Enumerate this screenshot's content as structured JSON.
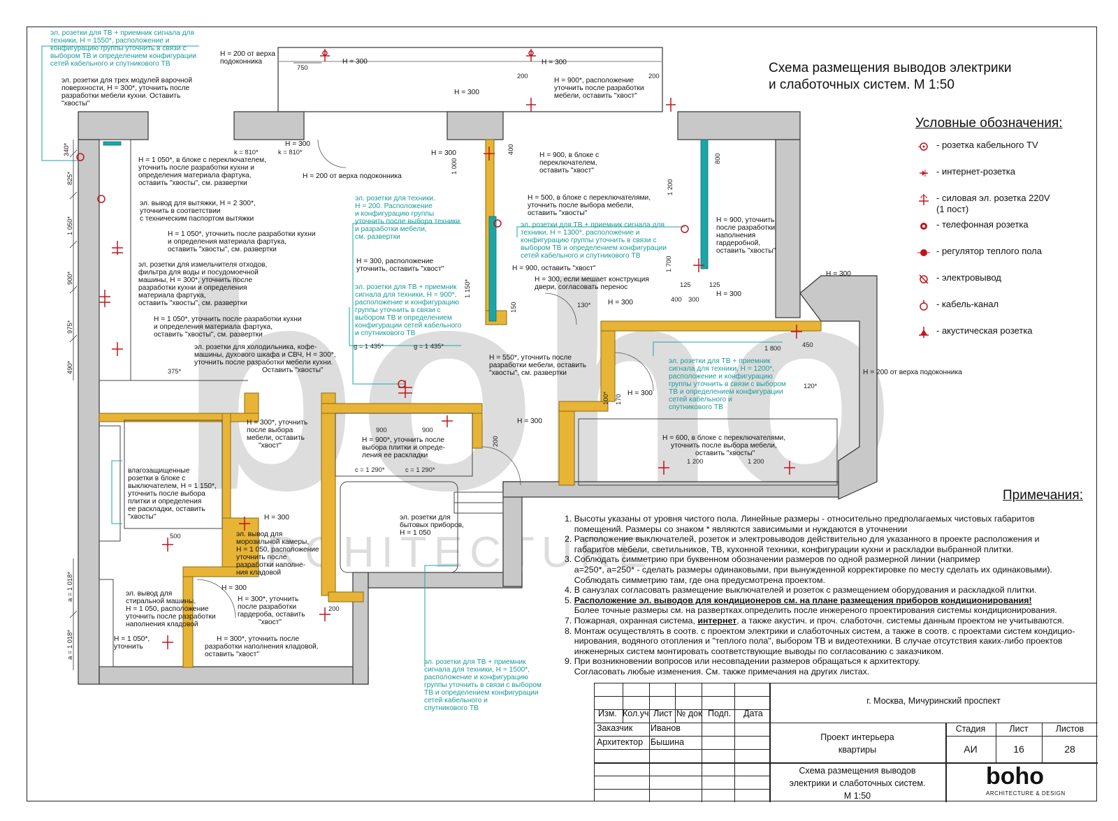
{
  "title": {
    "line1": "Схема размещения выводов электрики",
    "line2": "и слаботочных систем. М 1:50"
  },
  "legend": {
    "title": "Условные обозначения:",
    "items": [
      {
        "icon": "cable-tv-outlet-icon",
        "label": "- розетка кабельного TV"
      },
      {
        "icon": "internet-outlet-icon",
        "label": "- интернет-розетка"
      },
      {
        "icon": "power-outlet-icon",
        "label": "- силовая эл. розетка 220V",
        "label2": "(1 пост)"
      },
      {
        "icon": "phone-outlet-icon",
        "label": "- телефонная розетка"
      },
      {
        "icon": "floor-heating-regulator-icon",
        "label": "- регулятор теплого пола"
      },
      {
        "icon": "electrical-output-icon",
        "label": "- электровывод"
      },
      {
        "icon": "cable-channel-icon",
        "label": "- кабель-канал"
      },
      {
        "icon": "acoustic-outlet-icon",
        "label": "- акустическая розетка"
      }
    ]
  },
  "notes": {
    "title": "Примечания:",
    "lines": [
      "1. Высоты указаны от уровня чистого пола. Линейные размеры - относительно предполагаемых чистовых габаритов",
      "    помещений. Размеры со знаком * являются зависимыми и нуждаются в уточнении",
      "2. Расположение выключателей, розеток и электровыводов действительно для указанного в проекте расположения и",
      "    габаритов мебели, светильников, ТВ, кухонной техники, конфигурации кухни и раскладки выбранной плитки.",
      "3. Соблюдать симметрию при буквенном обозначении размеров по одной размерной линии (например",
      "    а=250*, а=250* - сделать размеры одинаковыми, при вынужденной корректировке по месту сделать их одинаковыми).",
      "    Соблюдать симметрию там, где она предусмотрена проектом.",
      "4. В санузлах согласовать размещение выключателей и розеток с размещением оборудования и раскладкой плитки."
    ],
    "line5_num": "5. ",
    "line5_bold": "Расположение эл. выводов для кондиционеров см. на плане размещения приборов кондиционирования!",
    "line5b": "    Более точные размеры см. на развертках.определить после инжереного проектирования системы кондиционирования.",
    "line7_a": "7. Пожарная, охранная система, ",
    "line7_bold": "интернет",
    "line7_b": ", а также акустич. и проч. слаботочн. системы данным проектом не учитываются.",
    "lines2": [
      "8. Монтаж осуществлять в соотв. с проектом электрики и слаботочных систем, а также в соотв. с проектами систем кондицио-",
      "    нирования, водяного отопления и \"теплого пола\", выбором ТВ и видеотехники. В случае отсутствия каких-либо проектов",
      "    инженерных систем монтировать соответствующие выводы по согласованию с заказчиком.",
      "9. При возникновении вопросов или несовпадении размеров обращаться к архитектору.",
      "    Согласовать любые изменения. См. также примечания на других листах."
    ]
  },
  "stamp": {
    "headers": [
      "Изм.",
      "Кол.уч",
      "Лист",
      "№ док",
      "Подп.",
      "Дата"
    ],
    "customer_label": "Заказчик",
    "customer": "Иванов",
    "architect_label": "Архитектор",
    "architect": "Бышина",
    "city": "г. Москва, Мичуринский проспект",
    "project_l1": "Проект интерьера",
    "project_l2": "квартиры",
    "stage_label": "Стадия",
    "sheet_label": "Лист",
    "sheets_label": "Листов",
    "stage": "АИ",
    "sheet": "16",
    "sheets": "28",
    "sheet_title_l1": "Схема размещения выводов",
    "sheet_title_l2": "электрики и слаботочных систем.",
    "sheet_title_l3": "М 1:50",
    "logo": "boho",
    "logo_sub": "ARCHITECTURE & DESIGN"
  },
  "watermark": {
    "word": "boho",
    "sub": "ARCHITECTURE"
  },
  "annotations": {
    "a1": [
      "эл. розетки для ТВ + приемник сигнала для",
      "техники, H = 1550*, расположение и",
      "конфигурацию группы уточнить в связи с",
      "выбором ТВ и определением конфигурации",
      "сетей кабельного и спутникового ТВ"
    ],
    "a2": [
      "эл. розетки для трех модулей варочной",
      "поверхности, H = 300*, уточнить после",
      "разработки мебели кухни. Оставить",
      "\"хвосты\""
    ],
    "a3": [
      "H = 200 от верха",
      "подоконника"
    ],
    "a4": [
      "H = 1 050*, в блоке с переключателем,",
      "уточнить после разработки кухни и",
      "определения материала фартука,",
      "оставить \"хвосты\", см. развертки"
    ],
    "a5": [
      "эл. вывод для вытяжки, H = 2 300*,",
      "уточнить в соответствии",
      "с техническим паспортом вытяжки"
    ],
    "a6": [
      "H = 1 050*, уточнить после разработки кухни",
      "и определения материала фартука,",
      "оставить \"хвосты\", см. развертки"
    ],
    "a7": [
      "эл. розетки для измельчителя отходов,",
      "фильтра для воды и посудомоечной",
      "машины, H = 300*, уточнить после",
      "разработки кухни и определения",
      "материала фартука,",
      "оставить \"хвосты\", см. развертки"
    ],
    "a8": [
      "H = 1 050*, уточнить после разработки кухни",
      "и определения материала фартука,",
      "оставить \"хвосты\", см. развертки"
    ],
    "a9": [
      "эл. розетки для холодильника, кофе-",
      "машины, духового шкафа и СВЧ, H = 300*,",
      "уточнить после разработки мебели кухни.",
      "Оставить \"хвосты\""
    ],
    "a10": [
      "эл. розетки для техники.",
      "H = 200. Расположение",
      "и конфигурацию группы",
      "уточнить после выбора техники",
      "и разработки мебели,",
      "см. развертки"
    ],
    "a11": [
      "H = 300, расположение",
      "уточнить, оставить \"хвост\""
    ],
    "a12": [
      "эл. розетки для ТВ + приемник",
      "сигнала для техники, H = 900*,",
      "расположение и конфигурацию",
      "группы уточнить в связи с",
      "выбором ТВ и определением",
      "конфигурации сетей кабельного",
      "и спутникового ТВ"
    ],
    "a13": [
      "H = 550*, уточнить после",
      "разработки мебели, оставить",
      "\"хвосты\", см. развертки"
    ],
    "a14": [
      "H = 900*, расположение",
      "уточнить после разработки",
      "мебели, оставить \"хвост\""
    ],
    "a15": [
      "H = 900, в блоке с",
      "переключателем,",
      "оставить \"хвост\""
    ],
    "a16": [
      "H = 500, в блоке с переключателями,",
      "уточнить после выбора мебели,",
      "оставить \"хвосты\""
    ],
    "a17": [
      "эл. розетки для ТВ + приемник сигнала для",
      "техники, H = 1300*, расположение и",
      "конфигурацию группы уточнить в связи с",
      "выбором ТВ и определением конфигурации",
      "сетей кабельного и спутникового ТВ"
    ],
    "a18": [
      "H = 900, уточнить",
      "после разработки",
      "наполнения",
      "гардеробной,",
      "оставить \"хвосты\""
    ],
    "a19": [
      "H = 300, если мешает конструкция",
      "двери, согласовать перенос"
    ],
    "a20": [
      "эл. розетки для ТВ + приемник",
      "сигнала для техники, H = 1200*,",
      "расположение и конфигурацию",
      "группы уточнить в связи с выбором",
      "ТВ и определением конфигурации",
      "сетей кабельного и",
      "спутникового ТВ"
    ],
    "a21": [
      "H = 600, в блоке с переключателями,",
      "уточнить после выбора мебели,",
      "оставить \"хвосты\""
    ],
    "a22": [
      "H = 300*, уточнить",
      "после выбора",
      "мебели, оставить",
      "\"хвост\""
    ],
    "a23": [
      "H = 900*, уточнить после",
      "выбора плитки и опреде-",
      "ления ее раскладки"
    ],
    "a24": [
      "влагозащищенные",
      "розетки в блоке с",
      "выключателем, H = 1 150*,",
      "уточнить после выбора",
      "плитки и определения",
      "ее раскладки, оставить",
      "\"хвосты\""
    ],
    "a25": [
      "эл. вывод для",
      "морозильной камеры,",
      "H = 1 050, расположение",
      "уточнить после",
      "разработки наполне-",
      "ния кладовой"
    ],
    "a26": [
      "эл. розетки для",
      "бытовых приборов,",
      "H = 1 050"
    ],
    "a27": [
      "эл. вывод для",
      "стиральной машины,",
      "H = 1 050, расположение",
      "уточнить после разработки",
      "наполнения кладовой"
    ],
    "a28": [
      "H = 300*, уточнить",
      "после разработки",
      "гардероба, оставить",
      "\"хвост\""
    ],
    "a29": [
      "H = 1 050*,",
      "уточнить"
    ],
    "a30": [
      "H = 300*, уточнить после",
      "разработки наполнения кладовой,",
      "оставить \"хвост\""
    ],
    "a31": [
      "эл. розетки для ТВ + приемник",
      "сигнала для техники, H = 1500*,",
      "расположение и конфигурацию",
      "группы уточнить в связи с выбором",
      "ТВ и определением конфигурации",
      "сетей кабельного и",
      "спутникового ТВ"
    ],
    "h300": "H = 300",
    "h300_2": "H = 300",
    "h900": "H = 900, оставить \"хвост\"",
    "h200_sill": "H = 200 от верха подоконника",
    "h200_sill2": "H = 200 от верха подоконника"
  },
  "dims": {
    "d750": "750",
    "d200": "200",
    "d340": "340*",
    "d825": "825*",
    "d1050": "1 050*",
    "d900": "900*",
    "d975": "975*",
    "d490": "490*",
    "k810a": "k = 810*",
    "k810b": "k = 810*",
    "d1000": "1 000",
    "d1200": "1 200",
    "d800": "800",
    "d400": "400",
    "d1700": "1 700",
    "d150": "150",
    "d125a": "125",
    "d125b": "125",
    "d300": "300",
    "d1150": "1 150*",
    "g1435a": "g = 1 435*",
    "g1435b": "g = 1 435*",
    "d375": "375*",
    "d130": "130*",
    "d1800": "1 800",
    "d450": "450",
    "d120": "120*",
    "d100": "100*",
    "d170": "170",
    "d1200a": "1 200",
    "d1200b": "1 200",
    "c1290a": "c = 1 290*",
    "c1290b": "c = 1 290*",
    "d900a": "900",
    "d900b": "900",
    "d500": "500",
    "a1018a": "a = 1 018*",
    "a1018b": "a = 1 018*",
    "d200b": "200",
    "d200c": "200"
  }
}
